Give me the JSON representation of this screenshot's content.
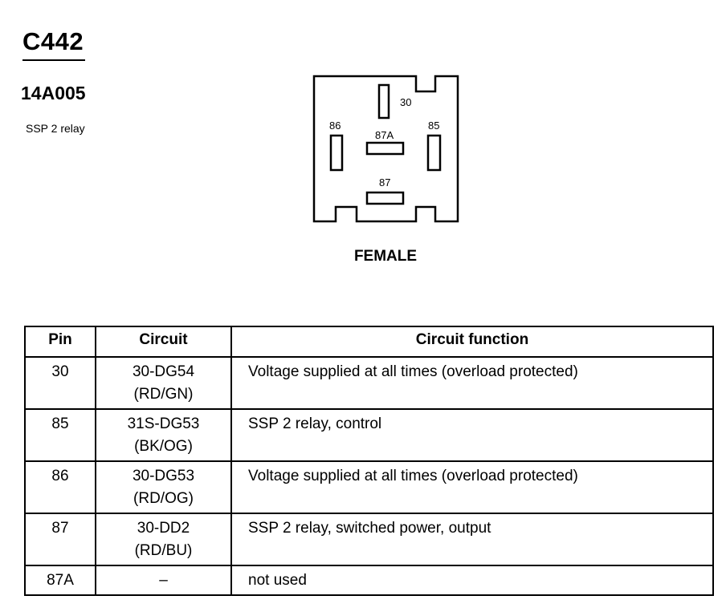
{
  "header": {
    "connector_id": "C442",
    "part_number": "14A005",
    "component_name": "SSP 2 relay"
  },
  "diagram": {
    "pins": [
      "30",
      "86",
      "87A",
      "85",
      "87"
    ],
    "gender_label": "FEMALE"
  },
  "table": {
    "headers": [
      "Pin",
      "Circuit",
      "Circuit function"
    ],
    "rows": [
      {
        "pin": "30",
        "circuit": "30-DG54",
        "color": "(RD/GN)",
        "function": "Voltage supplied at all times (overload protected)"
      },
      {
        "pin": "85",
        "circuit": "31S-DG53",
        "color": "(BK/OG)",
        "function": "SSP 2 relay, control"
      },
      {
        "pin": "86",
        "circuit": "30-DG53",
        "color": "(RD/OG)",
        "function": "Voltage supplied at all times (overload protected)"
      },
      {
        "pin": "87",
        "circuit": "30-DD2",
        "color": "(RD/BU)",
        "function": "SSP 2 relay, switched power, output"
      },
      {
        "pin": "87A",
        "circuit": "–",
        "color": "",
        "function": "not used"
      }
    ]
  }
}
